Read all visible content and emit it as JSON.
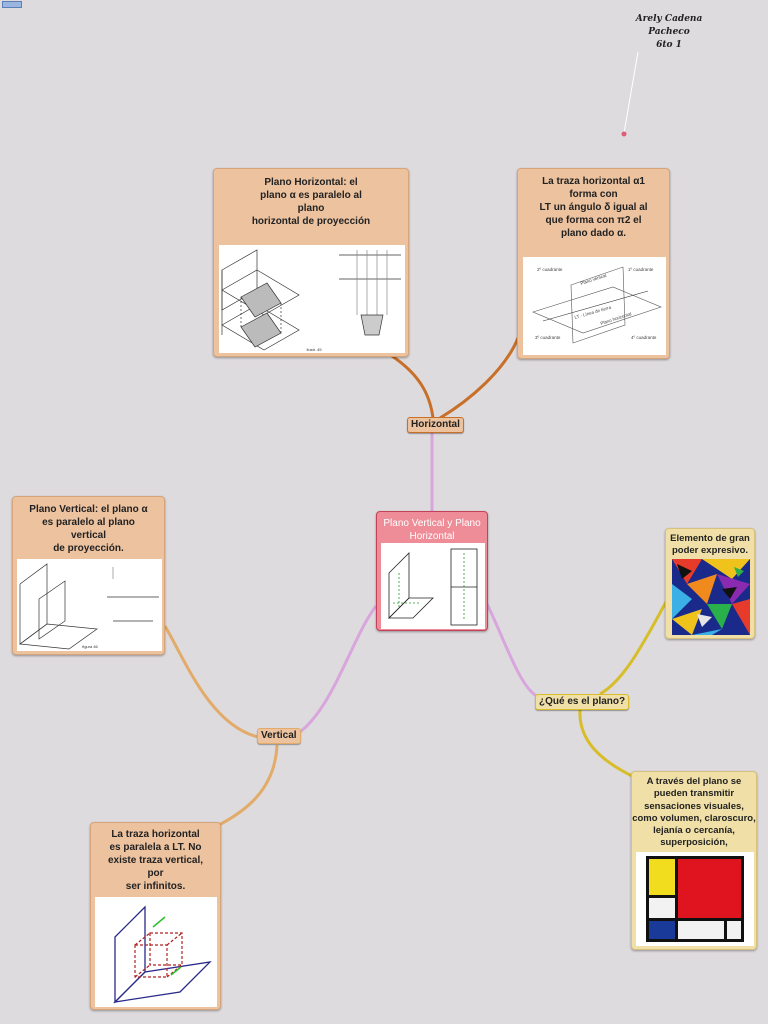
{
  "author": "Arely Cadena\nPacheco\n6to 1",
  "central": {
    "title": "Plano Vertical y Plano\nHorizontal"
  },
  "branches": {
    "horizontal": "Horizontal",
    "vertical": "Vertical",
    "que_es": "¿Qué es el plano?"
  },
  "cards": {
    "plano_horizontal": "Plano Horizontal: el\nplano α es paralelo al\nplano\nhorizontal de proyección",
    "traza_horizontal_angulo": "La traza horizontal α1\nforma con\nLT un ángulo δ igual al\nque forma con π2 el\nplano dado α.",
    "plano_vertical": "Plano Vertical: el plano α\nes paralelo al plano\nvertical\nde proyección.",
    "traza_paralela": "La traza horizontal\nes paralela a LT. No\nexiste traza vertical,\npor\nser infinitos.",
    "elemento": "Elemento de gran\npoder expresivo.",
    "sensaciones": "A través del plano se\npueden transmitir\nsensaciones visuales,\ncomo volumen, claroscuro,\nlejanía o cercanía,\nsuperposición,"
  },
  "figures": {
    "fig_horizontal": "Ilustr. 45",
    "fig_vertical": "figura 46",
    "quadrant_labels": [
      "2º cuadrante",
      "1º cuadrante",
      "3º cuadrante",
      "4º cuadrante"
    ],
    "plane_labels": [
      "Plano vertical",
      "LT - Línea de tierra",
      "Plano horizontal"
    ]
  },
  "colors": {
    "background": "#dedbde",
    "central_fill": "#ee8d97",
    "central_border": "#c4415a",
    "tan_card": "#ecc29f",
    "yellow_card": "#f0e0a7",
    "line_orange": "#c8702a",
    "line_lavender": "#d8a5dd",
    "line_light_orange": "#e2ab6a",
    "line_yellow": "#d8bd2a"
  }
}
